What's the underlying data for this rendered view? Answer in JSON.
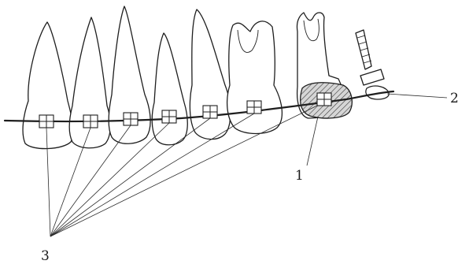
{
  "labels": {
    "band": "1",
    "screw": "2",
    "brackets": "3"
  },
  "colors": {
    "ink": "#1e1e1e",
    "paper": "#ffffff",
    "band_fill": "#cfcfcf"
  }
}
